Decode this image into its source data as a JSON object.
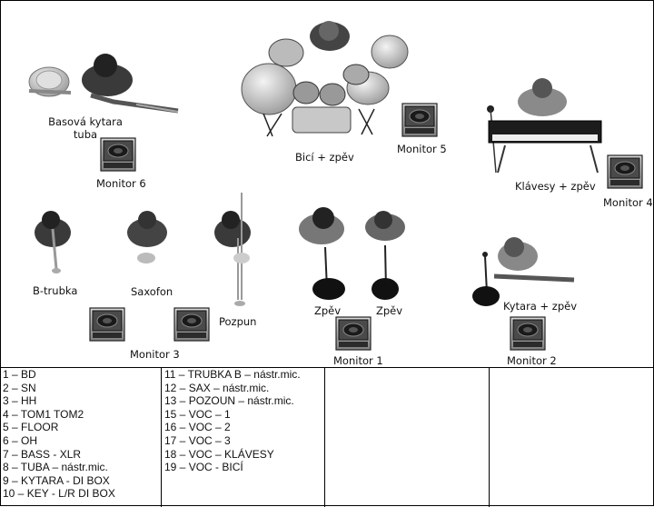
{
  "stage_labels": {
    "bass": "Basová kytara\ntuba",
    "monitor6": "Monitor 6",
    "drums": "Bicí + zpěv",
    "monitor5": "Monitor 5",
    "keys": "Klávesy + zpěv",
    "monitor4": "Monitor 4",
    "btrumpet": "B-trubka",
    "sax": "Saxofon",
    "trombone": "Pozpun",
    "monitor3": "Monitor 3",
    "voc1": "Zpěv",
    "voc2": "Zpěv",
    "monitor1": "Monitor 1",
    "guitar": "Kytara + zpěv",
    "monitor2": "Monitor 2"
  },
  "channel_list": {
    "col1": [
      "1 – BD",
      "2 – SN",
      "3 – HH",
      "4 – TOM1 TOM2",
      "5 – FLOOR",
      "6 – OH",
      "7 – BASS  -  XLR",
      "8 – TUBA – nástr.mic.",
      "9 – KYTARA - DI BOX",
      "10 – KEY  - L/R  DI BOX"
    ],
    "col2": [
      "11 – TRUBKA B – nástr.mic.",
      "12 – SAX – nástr.mic.",
      "13 – POZOUN – nástr.mic.",
      "15 – VOC – 1",
      "16 – VOC – 2",
      "17 – VOC – 3",
      "18 – VOC – KLÁVESY",
      "19 – VOC - BICÍ"
    ],
    "col3": [],
    "col4": []
  }
}
